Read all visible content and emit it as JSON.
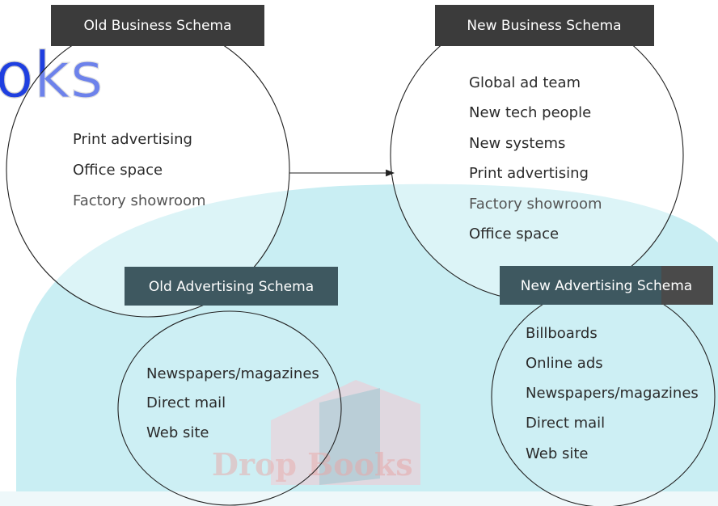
{
  "logo_text": "oks",
  "watermark_text": "Drop Books",
  "old_business": {
    "title": "Old Business Schema",
    "items": [
      "Print advertising",
      "Office space",
      "Factory showroom"
    ]
  },
  "old_advertising": {
    "title": "Old Advertising Schema",
    "items": [
      "Newspapers/magazines",
      "Direct mail",
      "Web site"
    ]
  },
  "new_business": {
    "title": "New Business Schema",
    "items": [
      "Global ad team",
      "New tech people",
      "New systems",
      "Print advertising",
      "Factory showroom",
      "Office space"
    ]
  },
  "new_advertising": {
    "title": "New Advertising Schema",
    "items": [
      "Billboards",
      "Online ads",
      "Newspapers/magazines",
      "Direct mail",
      "Web site"
    ]
  },
  "colors": {
    "header_dark": "#3b3b3b",
    "header_teal": "#3e5860",
    "watermark_bg": "#c9eef3",
    "logo": "#1f3fe0"
  }
}
